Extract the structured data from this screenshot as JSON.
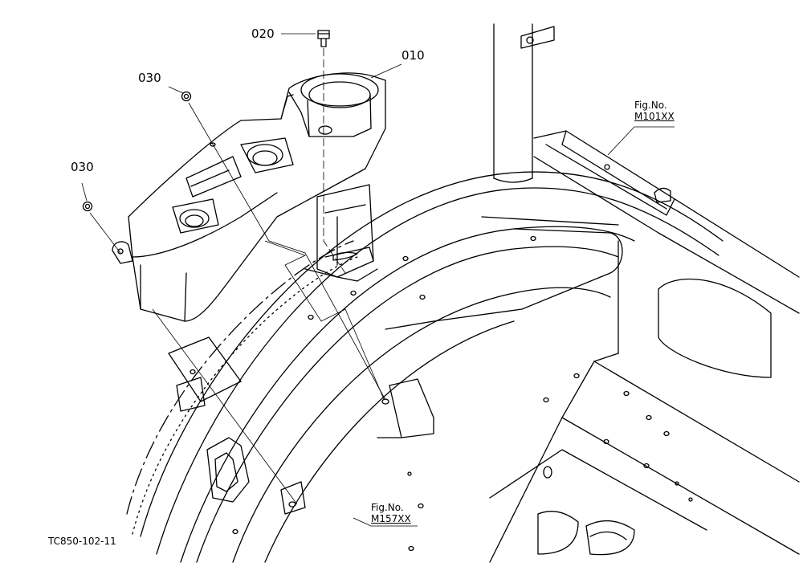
{
  "parts": [
    {
      "id": "part-010",
      "number": "010"
    },
    {
      "id": "part-020",
      "number": "020"
    },
    {
      "id": "part-030-a",
      "number": "030"
    },
    {
      "id": "part-030-b",
      "number": "030"
    }
  ],
  "references": [
    {
      "id": "ref-m101xx",
      "label": "Fig.No.",
      "number": "M101XX"
    },
    {
      "id": "ref-m157xx",
      "label": "Fig.No.",
      "number": "M157XX"
    }
  ],
  "drawing_code": "TC850-102-11",
  "colors": {
    "line": "#000000",
    "background": "#ffffff"
  }
}
